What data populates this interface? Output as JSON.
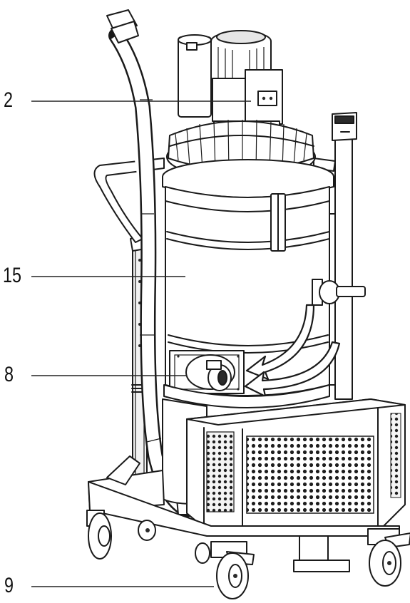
{
  "callouts": [
    {
      "id": "c2",
      "label": "2"
    },
    {
      "id": "c15",
      "label": "15"
    },
    {
      "id": "c8",
      "label": "8"
    },
    {
      "id": "c9",
      "label": "9"
    }
  ]
}
